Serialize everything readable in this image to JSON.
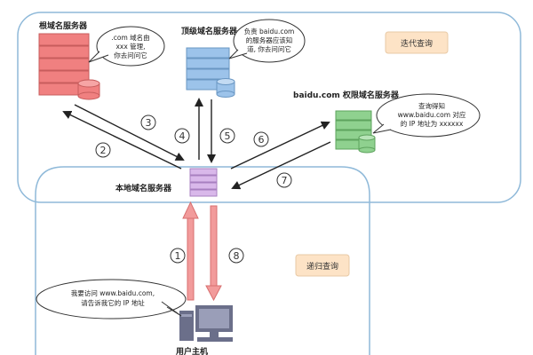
{
  "labels": {
    "root_server": "根域名服务器",
    "tld_server": "顶级域名服务器",
    "auth_server": "baidu.com 权限域名服务器",
    "local_server": "本地域名服务器",
    "client": "用户主机"
  },
  "clouds": {
    "root": [
      ".com 域名由",
      "xxx 管理,",
      "你去问问它"
    ],
    "tld": [
      "负责 baidu.com",
      "的服务器应该知",
      "道, 你去问问它"
    ],
    "auth": [
      "查询得知",
      "www.baidu.com 对应",
      "的 IP 地址为 xxxxxx"
    ],
    "client": [
      "我要访问 www.baidu.com,",
      "请告诉我它的 IP 地址"
    ]
  },
  "boxes": {
    "iterative": "迭代查询",
    "recursive": "递归查询"
  },
  "steps": [
    "1",
    "2",
    "3",
    "4",
    "5",
    "6",
    "7",
    "8"
  ],
  "colors": {
    "region_border": "#8fb9d9",
    "box_fill": "#fde3c6",
    "root_server": "#f08080",
    "tld_server": "#9cc3ea",
    "auth_server": "#8fd18f",
    "local_server": "#d9b8ea",
    "client_pc": "#6b6f8a",
    "red_arrow": "#f29b9b",
    "gray_arrow": "#cccccc"
  }
}
